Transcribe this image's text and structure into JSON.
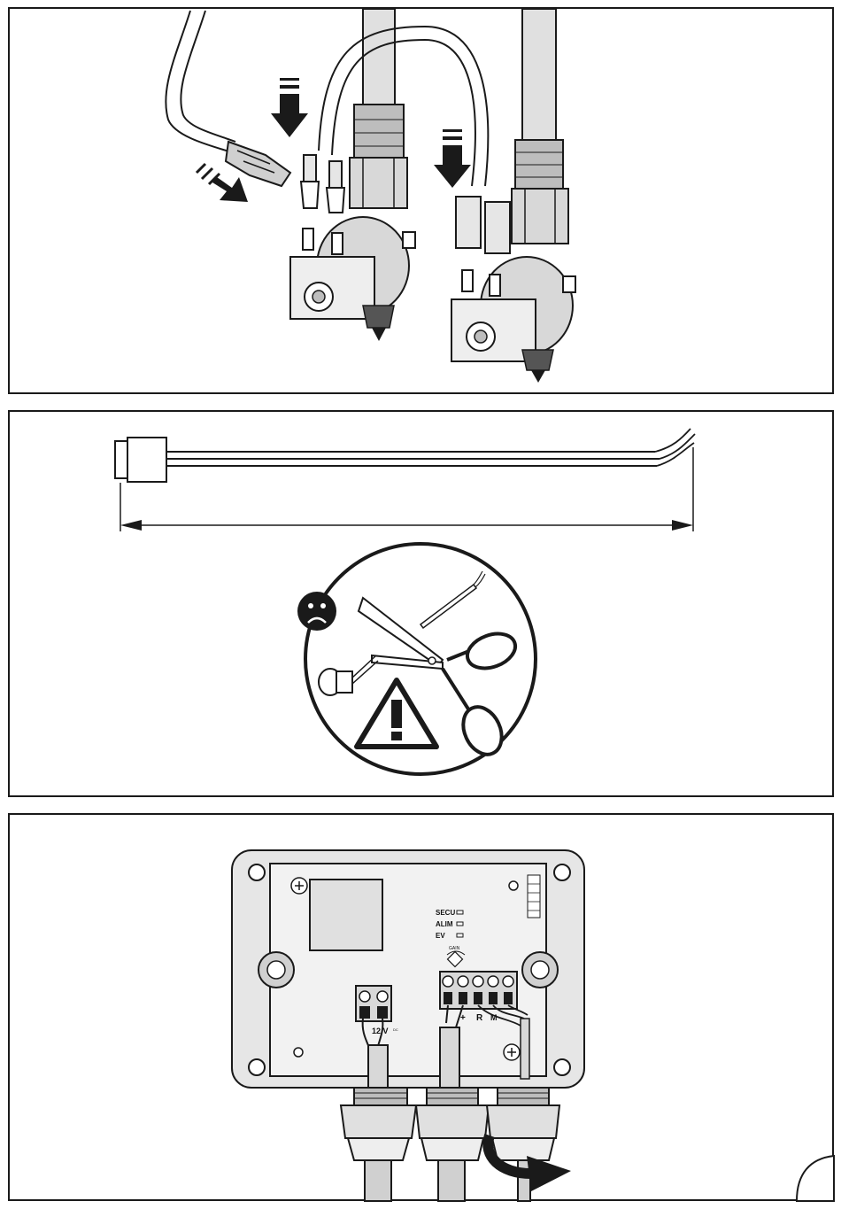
{
  "panels": [
    {
      "id": "solenoid-connection"
    },
    {
      "id": "cable-warning"
    },
    {
      "id": "control-box-wiring"
    }
  ],
  "control_box": {
    "leds": [
      "SECU",
      "ALIM",
      "EV"
    ],
    "gain_label": "GAIN",
    "terminal_labels": {
      "power": "12 V",
      "power_sub": "DC",
      "sensor_plus": "+",
      "sensor_r": "R",
      "sensor_m": "M"
    }
  },
  "colors": {
    "line": "#1a1a1a",
    "fill_light": "#e6e6e6",
    "fill_mid": "#bdbdbd",
    "fill_dark": "#222222"
  },
  "icons": [
    "down-arrow-icon",
    "diagonal-arrow-icon",
    "sad-face-icon",
    "warning-triangle-icon",
    "scissors-icon",
    "curved-arrow-icon"
  ]
}
